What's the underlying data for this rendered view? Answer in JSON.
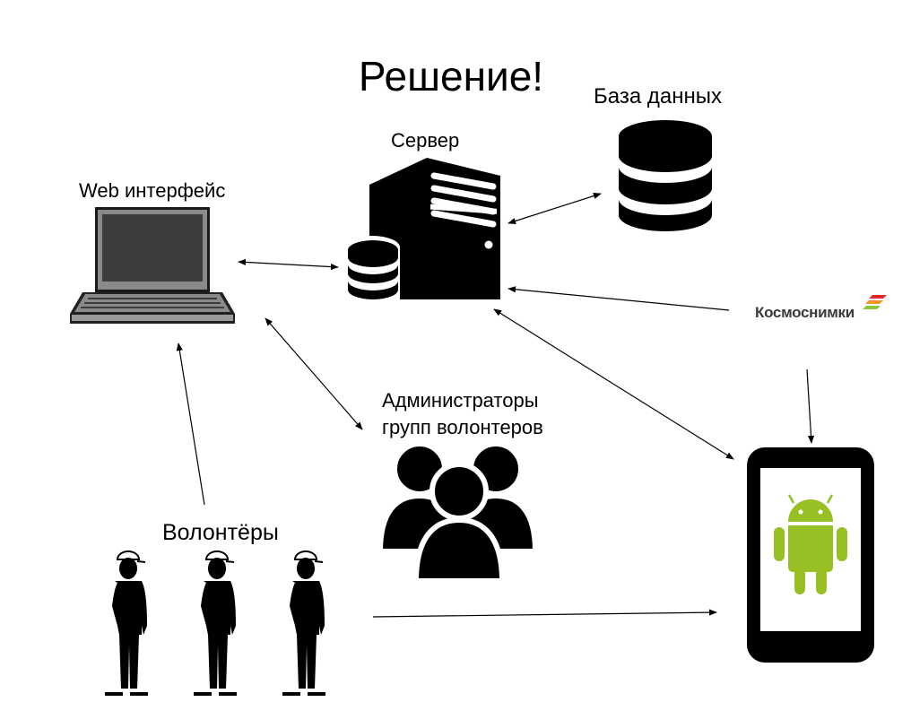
{
  "title": "Решение!",
  "labels": {
    "database": "База данных",
    "server": "Сервер",
    "web_interface": "Web интерфейс",
    "admins_line1": "Администраторы",
    "admins_line2": "групп волонтеров",
    "volunteers": "Волонтёры",
    "kosmosnimki": "Космоснимки"
  },
  "colors": {
    "android_green": "#97C024",
    "laptop_gray": "#7f7f7f",
    "logo_red": "#e2262a",
    "logo_orange": "#f7941d",
    "logo_green": "#8cc63f"
  },
  "icons": [
    "server-icon",
    "database-icon",
    "laptop-icon",
    "people-group-icon",
    "smartphone-icon",
    "android-icon",
    "volunteer-figure-icon",
    "kosmosnimki-logo-icon"
  ]
}
